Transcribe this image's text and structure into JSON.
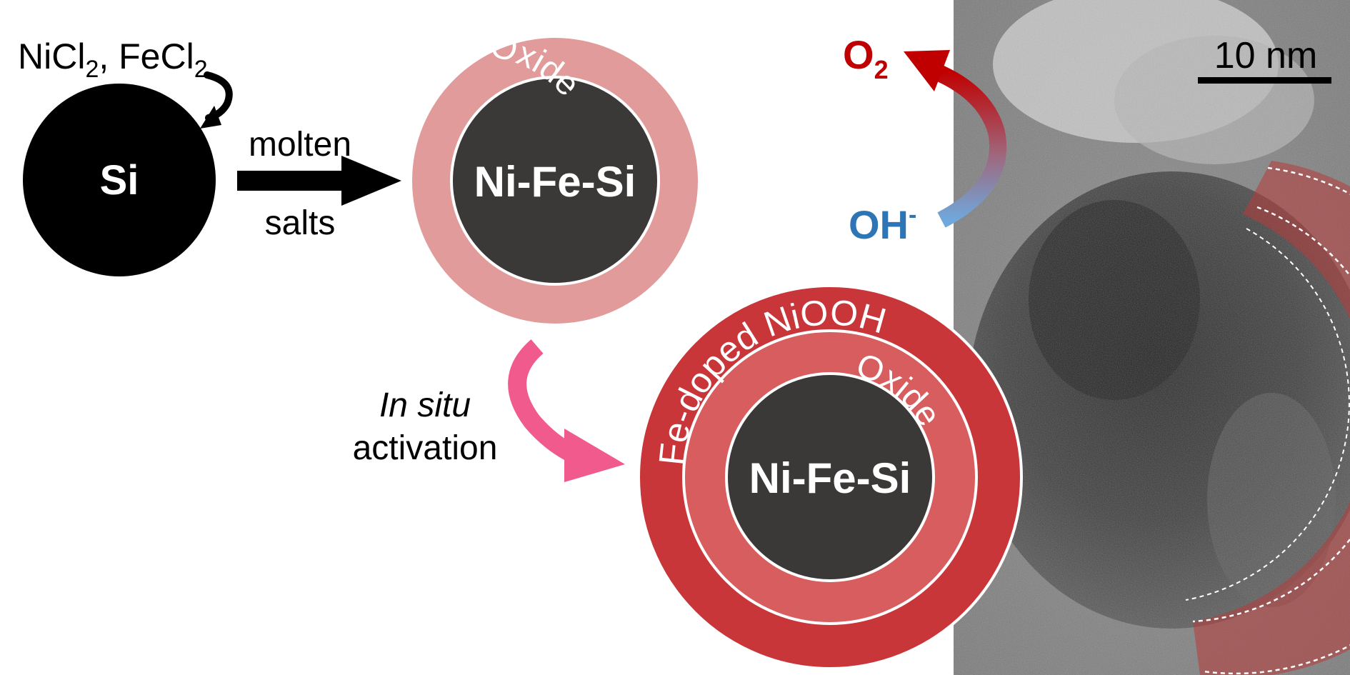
{
  "reactants": {
    "main": "NiCl",
    "sub1": "2",
    "sep": ", FeCl",
    "sub2": "2"
  },
  "particle_si": {
    "label": "Si"
  },
  "arrow_molten": {
    "top": "molten",
    "bottom": "salts"
  },
  "particle_core_shell": {
    "core": "Ni-Fe-Si",
    "shell": "Oxide"
  },
  "activation": {
    "line1": "In situ",
    "line2": "activation"
  },
  "particle_activated": {
    "outer": "Fe-doped NiOOH",
    "middle": "Oxide",
    "core": "Ni-Fe-Si"
  },
  "oer": {
    "product": "O",
    "product_sub": "2",
    "reactant": "OH",
    "reactant_sup": "-"
  },
  "tem": {
    "scale_bar": "10 nm"
  },
  "colors": {
    "si_black": "#000000",
    "core_dark": "#3b3838",
    "oxide_pink": "#e29b9b",
    "niooh_red": "#c8363a",
    "oxide_mid": "#d85d5f",
    "activation_pink": "#f05a8c",
    "o2_red": "#c00000",
    "oh_blue": "#2e75b6"
  }
}
